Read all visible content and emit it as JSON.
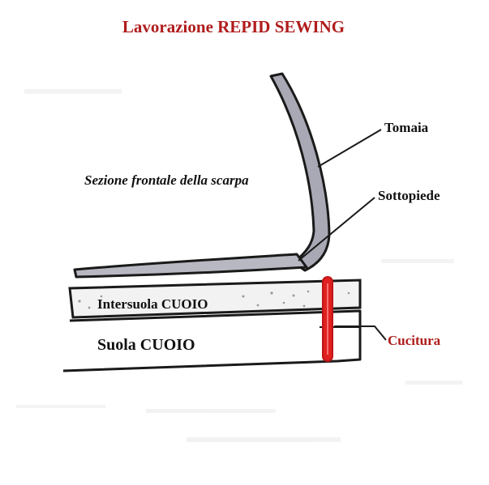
{
  "title": "Lavorazione REPID SEWING",
  "labels": {
    "section": "Sezione frontale della scarpa",
    "upper": "Tomaia",
    "insole": "Sottopiede",
    "midsole": "Intersuola CUOIO",
    "sole": "Suola CUOIO",
    "stitch": "Cucitura"
  },
  "colors": {
    "title": "#b01c1c",
    "stitch_label": "#b01c1c",
    "stitch": "#e02020",
    "outline": "#1a1a1a",
    "upper_fill": "#a9a9b5",
    "midsole_fill": "#f2f2f2",
    "text": "#111111"
  }
}
